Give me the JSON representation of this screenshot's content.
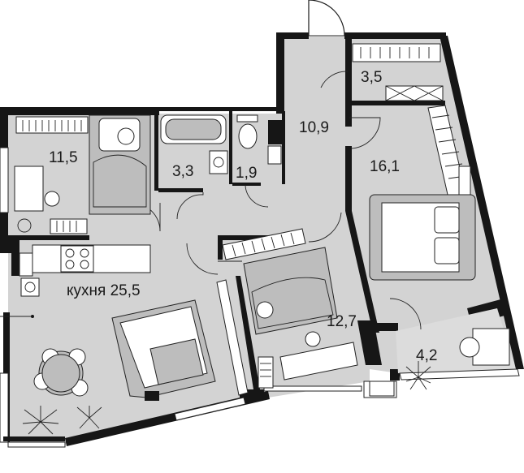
{
  "rooms": [
    {
      "id": "bedroom-small",
      "label": "11,5"
    },
    {
      "id": "bathroom",
      "label": "3,3"
    },
    {
      "id": "toilet",
      "label": "1,9"
    },
    {
      "id": "hallway",
      "label": "10,9"
    },
    {
      "id": "closet",
      "label": "3,5"
    },
    {
      "id": "bedroom-master",
      "label": "16,1"
    },
    {
      "id": "kitchen",
      "label": "кухня 25,5"
    },
    {
      "id": "bedroom-kids",
      "label": "12,7"
    },
    {
      "id": "balcony",
      "label": "4,2"
    }
  ],
  "icons": [
    "bed-icon",
    "bathtub-icon",
    "toilet-icon",
    "sink-icon",
    "stove-icon",
    "sofa-icon",
    "dining-table-icon",
    "desk-icon",
    "plant-icon",
    "wardrobe-icon",
    "door-swing-icon",
    "teddy-bear-icon"
  ],
  "colors": {
    "wall": "#161616",
    "floor": "#d3d3d3",
    "furniture": "#bdbdbd",
    "background": "#ffffff"
  }
}
